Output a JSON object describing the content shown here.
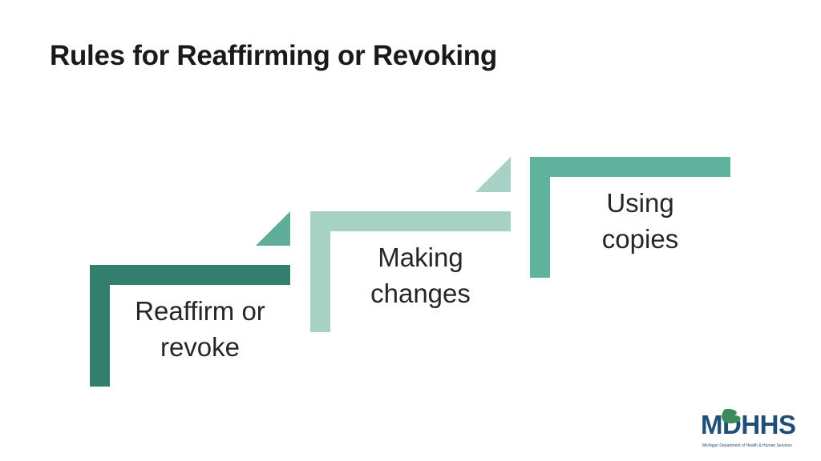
{
  "title": "Rules for Reaffirming or Revoking",
  "steps": [
    {
      "label_line1": "Reaffirm or",
      "label_line2": "revoke",
      "color": "#337e6c",
      "accent": "#5fae9a"
    },
    {
      "label_line1": "Making",
      "label_line2": "changes",
      "color": "#a8d1c6",
      "accent": "#a8d1c6"
    },
    {
      "label_line1": "Using",
      "label_line2": "copies",
      "color": "#5fb29c",
      "accent": "#5fb29c"
    }
  ],
  "logo": {
    "text": "MDHHS",
    "tagline": "Michigan Department of Health & Human Services",
    "colors": {
      "brand": "#1f4e79",
      "mitten": "#3a8a5a"
    }
  }
}
